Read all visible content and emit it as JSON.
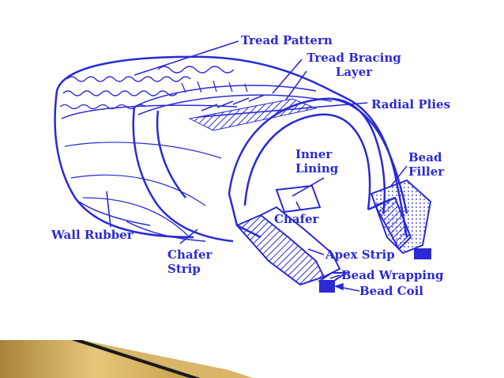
{
  "diagram": {
    "colors": {
      "ink": "#2a2ad6",
      "background": "#ffffff",
      "gold": "#c8a04a",
      "dark": "#1a1a1a"
    },
    "labels": {
      "tread_pattern": "Tread Pattern",
      "tread_bracing_line1": "Tread Bracing",
      "tread_bracing_line2": "Layer",
      "radial_plies": "Radial Plies",
      "bead_filler_line1": "Bead",
      "bead_filler_line2": "Filler",
      "inner_lining_line1": "Inner",
      "inner_lining_line2": "Lining",
      "chafer": "Chafer",
      "wall_rubber": "Wall Rubber",
      "chafer_strip_line1": "Chafer",
      "chafer_strip_line2": "Strip",
      "apex_strip": "Apex Strip",
      "bead_wrapping": "Bead Wrapping",
      "bead_coil": "Bead Coil"
    }
  }
}
